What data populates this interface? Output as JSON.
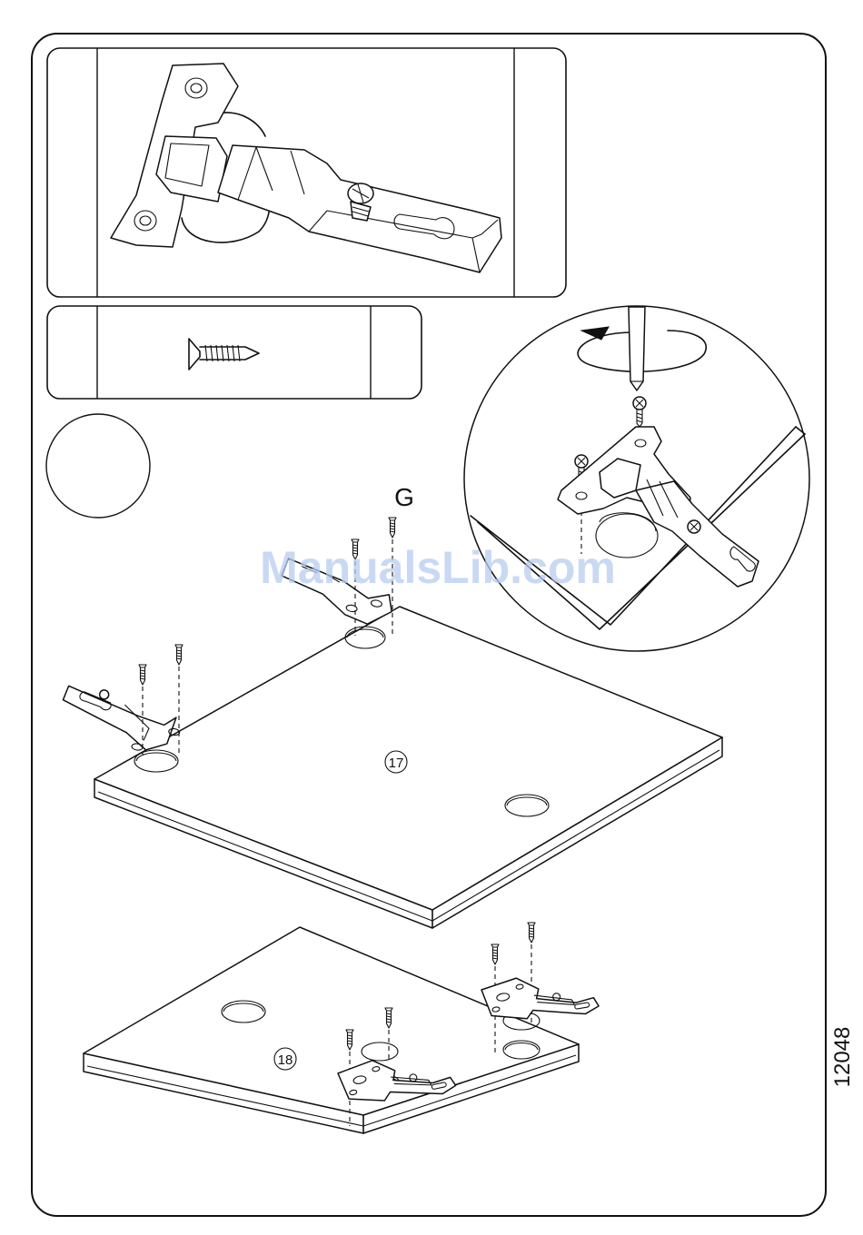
{
  "labels": {
    "step_letter": "G",
    "panel_top": "17",
    "panel_bottom": "18",
    "doc_number": "12048",
    "watermark": "ManualsLib.com"
  },
  "parts": {
    "hinge_qty": "",
    "screw_qty": ""
  },
  "icons": [
    "hinge-icon",
    "screw-icon",
    "screwdriver-icon",
    "rotation-arrow-icon"
  ]
}
